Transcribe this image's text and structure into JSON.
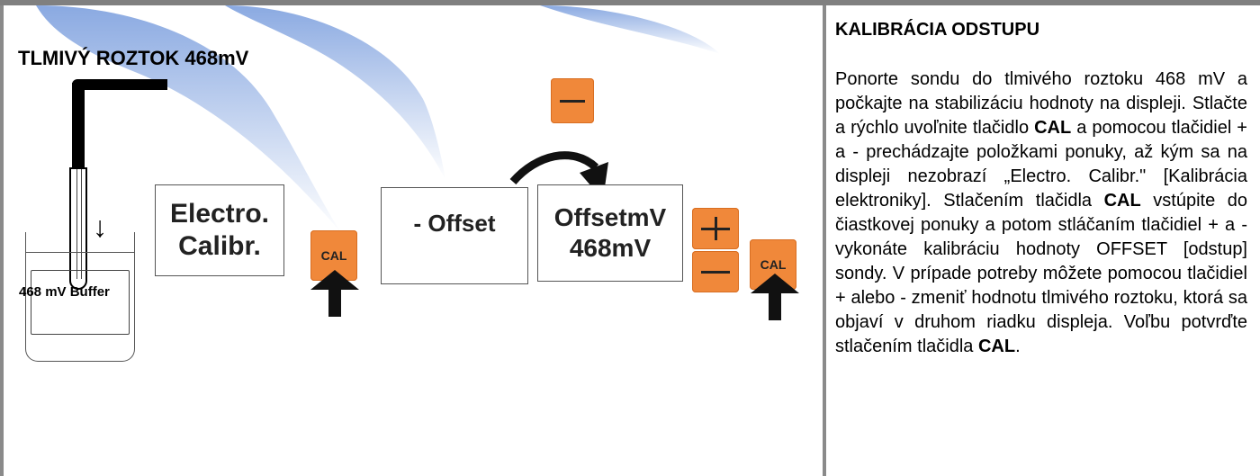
{
  "panel": {
    "title": "TLMIVÝ ROZTOK 468mV",
    "beaker_label": "468 mV Buffer"
  },
  "displays": {
    "electro_line1": "Electro.",
    "electro_line2": "Calibr.",
    "offset": "- Offset",
    "offset_mv_line1": "OffsetmV",
    "offset_mv_line2": "468mV"
  },
  "keys": {
    "cal": "CAL"
  },
  "colors": {
    "key_orange": "#f0883a",
    "watermark_blue": "#2a63c9"
  },
  "instructions": {
    "title": "KALIBRÁCIA ODSTUPU",
    "p1": "Ponorte sondu do tlmivého roztoku 468 mV a počkajte na stabilizáciu hodnoty na displeji. Stlačte a rýchlo uvoľnite tlačidlo ",
    "cal1": "CAL",
    "p2": " a pomocou tlačidiel + a - prechádzajte položkami ponuky, až kým sa na displeji nezobrazí „Electro. Calibr.\" [Kalibrácia elektroniky]. Stlačením tlačidla ",
    "cal2": "CAL",
    "p3": " vstúpite do čiastkovej ponuky a potom stláčaním tlačidiel + a - vykonáte kalibráciu hodnoty OFFSET [odstup] sondy. V prípade potreby môžete pomocou tlačidiel + alebo - zmeniť hodnotu tlmivého roztoku, ktorá sa objaví v druhom riadku displeja.  Voľbu potvrďte stlačením tlačidla ",
    "cal3": "CAL",
    "p4": "."
  }
}
